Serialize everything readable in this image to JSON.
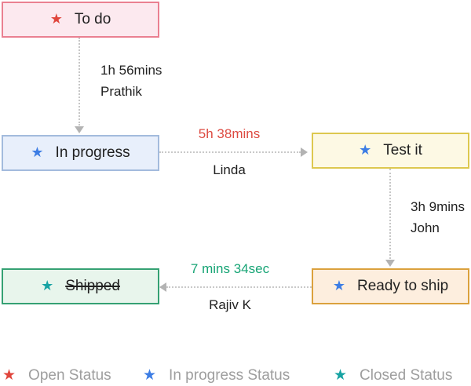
{
  "icons": {
    "star": "★"
  },
  "diagram": {
    "nodes": [
      {
        "id": "todo",
        "label": "To do",
        "status": "open",
        "star_color": "#e0453c",
        "bg_color": "#fce9ef",
        "border_color": "#ea8091",
        "strikethrough": false
      },
      {
        "id": "in_progress",
        "label": "In progress",
        "status": "in_progress",
        "star_color": "#3d7de4",
        "bg_color": "#e8effb",
        "border_color": "#a3bbdd",
        "strikethrough": false
      },
      {
        "id": "test_it",
        "label": "Test it",
        "status": "in_progress",
        "star_color": "#3d7de4",
        "bg_color": "#fdf9e4",
        "border_color": "#ddc84f",
        "strikethrough": false
      },
      {
        "id": "ready_to_ship",
        "label": "Ready to ship",
        "status": "in_progress",
        "star_color": "#3d7de4",
        "bg_color": "#fdeede",
        "border_color": "#dba13d",
        "strikethrough": false
      },
      {
        "id": "shipped",
        "label": "Shipped",
        "status": "closed",
        "star_color": "#17a3a3",
        "bg_color": "#e8f5ec",
        "border_color": "#35a173",
        "strikethrough": true
      }
    ],
    "transitions": [
      {
        "from": "To do",
        "to": "In progress",
        "duration": "1h 56mins",
        "assignee": "Prathik",
        "duration_color": "#212121"
      },
      {
        "from": "In progress",
        "to": "Test it",
        "duration": "5h 38mins",
        "assignee": "Linda",
        "duration_color": "#dd4b42"
      },
      {
        "from": "Test it",
        "to": "Ready to ship",
        "duration": "3h 9mins",
        "assignee": "John",
        "duration_color": "#212121"
      },
      {
        "from": "Ready to ship",
        "to": "Shipped",
        "duration": "7 mins 34sec",
        "assignee": "Rajiv K",
        "duration_color": "#18a576"
      }
    ]
  },
  "legend": {
    "items": [
      {
        "label": "Open Status",
        "star_color": "#e0453c"
      },
      {
        "label": "In progress Status",
        "star_color": "#3d7de4"
      },
      {
        "label": "Closed Status",
        "star_color": "#17a3a3"
      }
    ]
  }
}
